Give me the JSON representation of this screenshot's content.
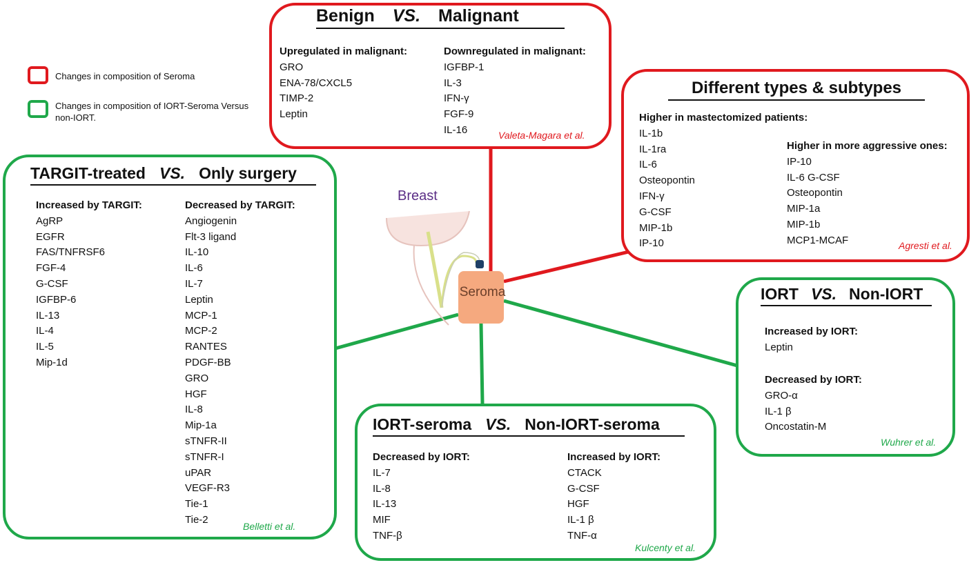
{
  "legend": {
    "red_text": "Changes in composition of Seroma",
    "green_text": "Changes in composition of IORT-Seroma Versus non-IORT."
  },
  "colors": {
    "red": "#e0191e",
    "green": "#1fa84a",
    "seroma": "#f5a97f",
    "breast_text": "#5b2e86"
  },
  "center": {
    "breast_label": "Breast",
    "seroma_label": "Seroma"
  },
  "benign": {
    "title_left": "Benign",
    "title_vs": "VS.",
    "title_right": "Malignant",
    "col1_head": "Upregulated in malignant:",
    "col1_items": [
      "GRO",
      "ENA-78/CXCL5",
      "TIMP-2",
      "Leptin"
    ],
    "col2_head": "Downregulated in malignant:",
    "col2_items": [
      "IGFBP-1",
      "IL-3",
      "IFN-γ",
      "FGF-9",
      "IL-16"
    ],
    "citation": "Valeta-Magara et al."
  },
  "types": {
    "title": "Different types & subtypes",
    "col1_head": "Higher in mastectomized patients:",
    "col1_items": [
      "IL-1b",
      "IL-1ra",
      "IL-6",
      "Osteopontin",
      "IFN-γ",
      "G-CSF",
      "MIP-1b",
      "IP-10"
    ],
    "col2_head": "Higher in more aggressive ones:",
    "col2_items": [
      "IP-10",
      "IL-6 G-CSF",
      "Osteopontin",
      "MIP-1a",
      "MIP-1b",
      "MCP1-MCAF"
    ],
    "citation": "Agresti et al."
  },
  "targit": {
    "title_left": "TARGIT-treated",
    "title_vs": "VS.",
    "title_right": "Only surgery",
    "col1_head": "Increased by TARGIT:",
    "col1_items": [
      "AgRP",
      "EGFR",
      "FAS/TNFRSF6",
      "FGF-4",
      "G-CSF",
      "IGFBP-6",
      "IL-13",
      "IL-4",
      "IL-5",
      "Mip-1d"
    ],
    "col2_head": "Decreased by TARGIT:",
    "col2_items": [
      "Angiogenin",
      "Flt-3 ligand",
      "IL-10",
      "IL-6",
      "IL-7",
      "Leptin",
      "MCP-1",
      "MCP-2",
      "RANTES",
      "PDGF-BB",
      "GRO",
      "HGF",
      "IL-8",
      "Mip-1a",
      "sTNFR-II",
      "sTNFR-I",
      "uPAR",
      "VEGF-R3",
      "Tie-1",
      "Tie-2"
    ],
    "citation": "Belletti et al."
  },
  "iortseroma": {
    "title_left": "IORT-seroma",
    "title_vs": "VS.",
    "title_right": "Non-IORT-seroma",
    "col1_head": "Decreased by IORT:",
    "col1_items": [
      "IL-7",
      "IL-8",
      "IL-13",
      "MIF",
      "TNF-β"
    ],
    "col2_head": "Increased by IORT:",
    "col2_items": [
      "CTACK",
      "G-CSF",
      "HGF",
      "IL-1 β",
      "TNF-α"
    ],
    "citation": "Kulcenty et al."
  },
  "iort": {
    "title_left": "IORT",
    "title_vs": "VS.",
    "title_right": "Non-IORT",
    "inc_head": "Increased by IORT:",
    "inc_items": [
      "Leptin"
    ],
    "dec_head": "Decreased by IORT:",
    "dec_items": [
      "GRO-α",
      "IL-1 β",
      "Oncostatin-M"
    ],
    "citation": "Wuhrer et al."
  }
}
